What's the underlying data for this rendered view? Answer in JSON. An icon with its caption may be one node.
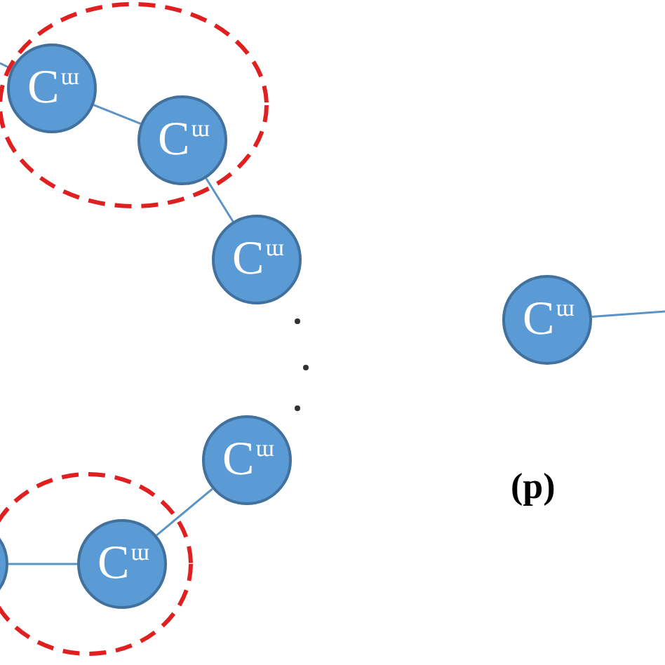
{
  "diagram": {
    "nodes": [
      {
        "text": [
          "C$^{ɯ}$"
        ]
      },
      {
        "text": [
          "C$^{ɯ}$"
        ]
      },
      {
        "text": [
          "C$^{ɯ}$"
        ]
      },
      {
        "text": [
          "C$^{ɯ}$"
        ]
      },
      {
        "text": [
          "C$^{ɯ}$"
        ]
      },
      {
        "text": [],
        "shape": "circle"
      },
      {
        "text": [
          "C$^{ɯ}$"
        ]
      }
    ],
    "edges": [
      {
        "from": null,
        "to": 0,
        "arrow": "none"
      },
      {
        "from": 0,
        "to": 1,
        "arrow": "none"
      },
      {
        "from": 1,
        "to": 2,
        "arrow": "none"
      },
      {
        "from": 3,
        "to": null,
        "arrow": "none"
      },
      {
        "from": 4,
        "to": 6,
        "arrow": "none"
      },
      {
        "from": 6,
        "to": 5,
        "arrow": "none"
      }
    ],
    "labels": [
      "(p)"
    ]
  }
}
